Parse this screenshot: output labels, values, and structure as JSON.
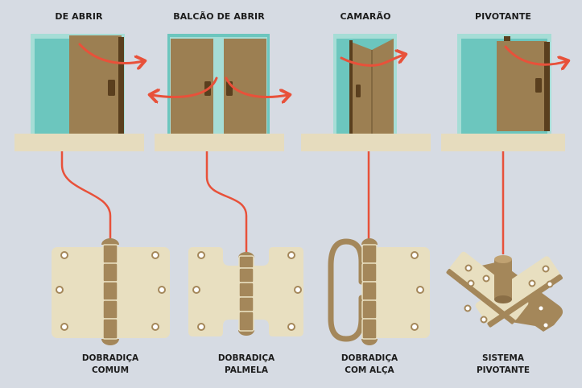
{
  "doors": [
    {
      "title": "DE ABRIR"
    },
    {
      "title": "BALCÃO DE ABRIR"
    },
    {
      "title": "CAMARÃO"
    },
    {
      "title": "PIVOTANTE"
    }
  ],
  "hinges": [
    {
      "line1": "DOBRADIÇA",
      "line2": "COMUM"
    },
    {
      "line1": "DOBRADIÇA",
      "line2": "PALMELA"
    },
    {
      "line1": "DOBRADIÇA",
      "line2": "COM ALÇA"
    },
    {
      "line1": "SISTEMA",
      "line2": "PIVOTANTE"
    }
  ],
  "colors": {
    "background": "#d6dbe3",
    "glass": "#6cc6be",
    "frame": "#a6ddd6",
    "door": "#9c7f52",
    "door_dark": "#5a3f1e",
    "sill": "#e6dcbe",
    "plate": "#e8dfc0",
    "knuckle": "#a4875a",
    "arrow": "#e8513a"
  }
}
